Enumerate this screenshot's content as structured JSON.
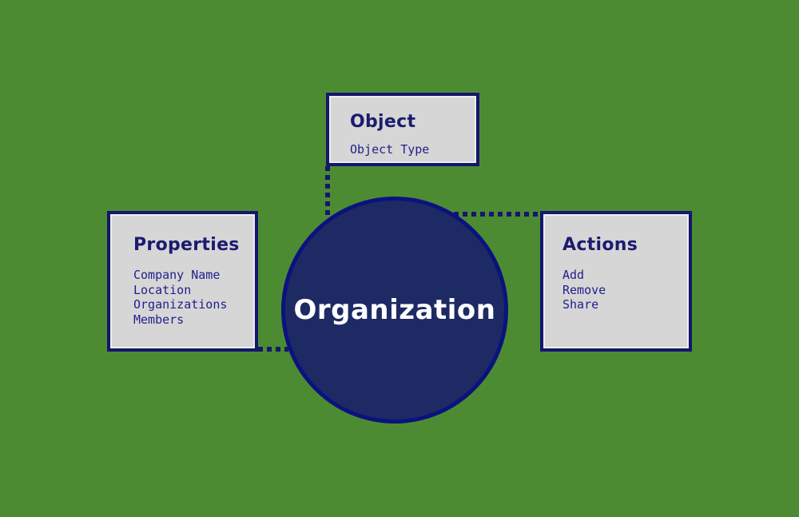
{
  "diagram": {
    "center": {
      "label": "Organization"
    },
    "boxes": [
      {
        "title": "Object",
        "items": [
          "Object Type"
        ]
      },
      {
        "title": "Properties",
        "items": [
          "Company Name",
          "Location",
          "Organizations",
          "Members"
        ]
      },
      {
        "title": "Actions",
        "items": [
          "Add",
          "Remove",
          "Share"
        ]
      }
    ],
    "colors": {
      "background": "#4d8b33",
      "panel_fill": "#d6d6d6",
      "panel_border": "#15166d",
      "panel_inner_highlight": "#ededed",
      "heading_text": "#1b1b6f",
      "item_text": "#1f1f8c",
      "circle_fill": "#1d2a64",
      "circle_border": "#0b127f",
      "circle_text": "#ffffff",
      "connector": "#15166d"
    }
  }
}
